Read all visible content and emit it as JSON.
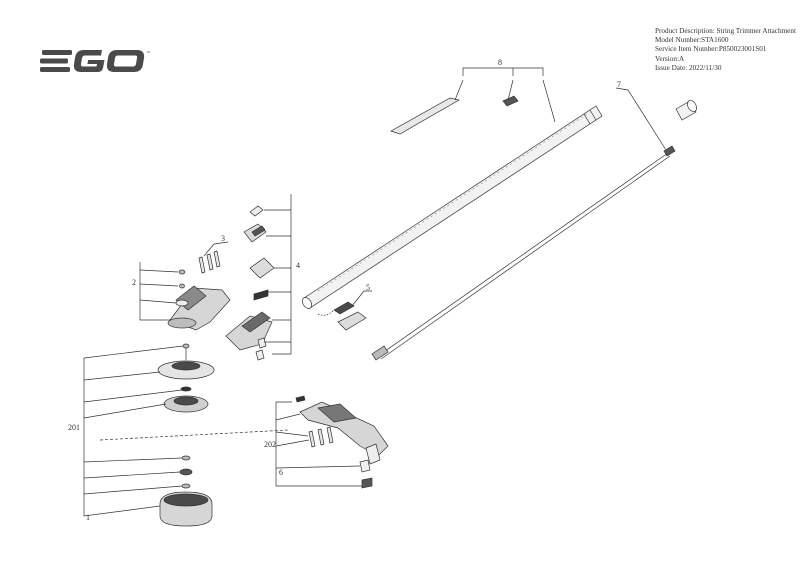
{
  "brand": {
    "logo_text": "EGO",
    "trademark": "™"
  },
  "info": {
    "product_description": "Product Description: String Trimmer Attachment",
    "model_number": "Model Number:STA1600",
    "service_item_number": "Service Item Number:P850023001S01",
    "version": "Version:A",
    "issue_date": "Issue Date: 2022/11/30"
  },
  "callouts": {
    "c1": "1",
    "c2": "2",
    "c3": "3",
    "c4": "4",
    "c5": "5",
    "c6": "6",
    "c7": "7",
    "c8": "8",
    "c201": "201",
    "c202": "202"
  },
  "colors": {
    "line": "#333333",
    "fill_light": "#ececec",
    "fill_mid": "#bdbdbd",
    "fill_dark": "#4a4a4a"
  }
}
